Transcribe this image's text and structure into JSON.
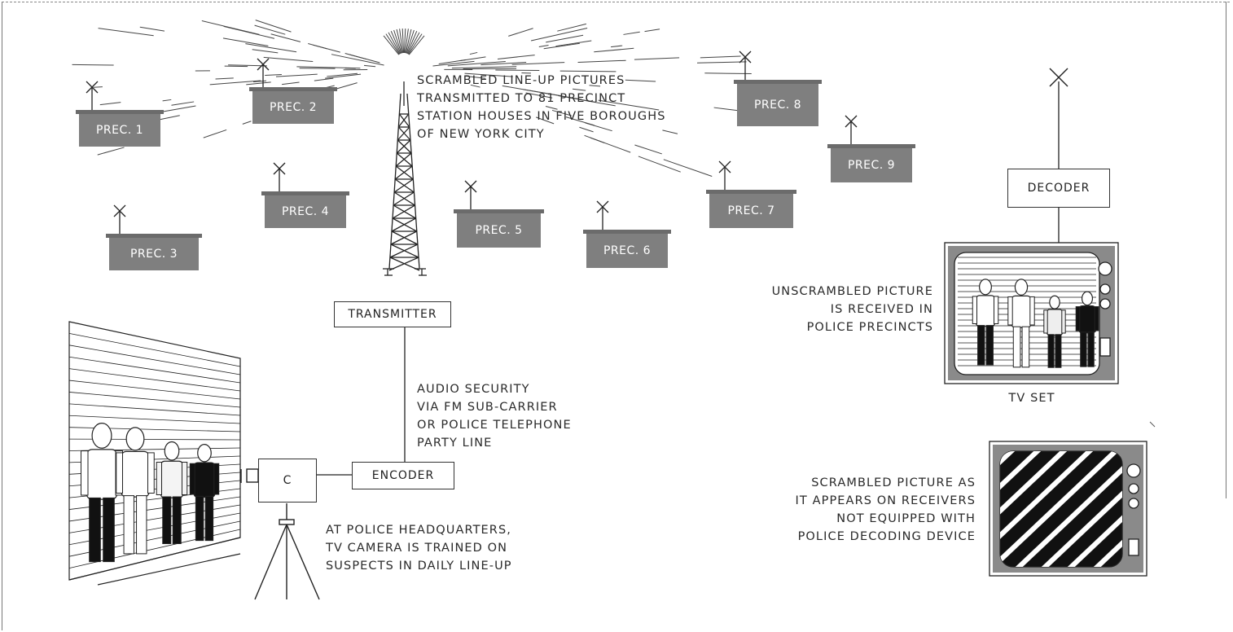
{
  "precincts": [
    "PREC. 1",
    "PREC. 2",
    "PREC. 3",
    "PREC. 4",
    "PREC. 5",
    "PREC. 6",
    "PREC. 7",
    "PREC. 8",
    "PREC. 9"
  ],
  "labels": {
    "scrambled_lineup": [
      "SCRAMBLED LINE-UP PICTURES",
      "TRANSMITTED TO 81 PRECINCT",
      "STATION HOUSES IN FIVE BOROUGHS",
      "OF NEW YORK CITY"
    ],
    "audio_security": [
      "AUDIO SECURITY",
      "VIA FM SUB-CARRIER",
      "OR POLICE TELEPHONE",
      "PARTY LINE"
    ],
    "headquarters": [
      "AT POLICE HEADQUARTERS,",
      "TV CAMERA IS TRAINED ON",
      "SUSPECTS IN DAILY LINE-UP"
    ],
    "unscrambled": [
      "UNSCRAMBLED PICTURE",
      "IS RECEIVED IN",
      "POLICE PRECINCTS"
    ],
    "tv_set": "TV SET",
    "scrambled_receivers": [
      "SCRAMBLED PICTURE AS",
      "IT APPEARS ON RECEIVERS",
      "NOT EQUIPPED WITH",
      "POLICE DECODING DEVICE"
    ]
  },
  "boxes": {
    "transmitter": "TRANSMITTER",
    "encoder": "ENCODER",
    "decoder": "DECODER",
    "camera": "C"
  },
  "colors": {
    "precinct_fill": "#7f7f7f",
    "ink": "#222222",
    "screen_dark": "#111111"
  }
}
